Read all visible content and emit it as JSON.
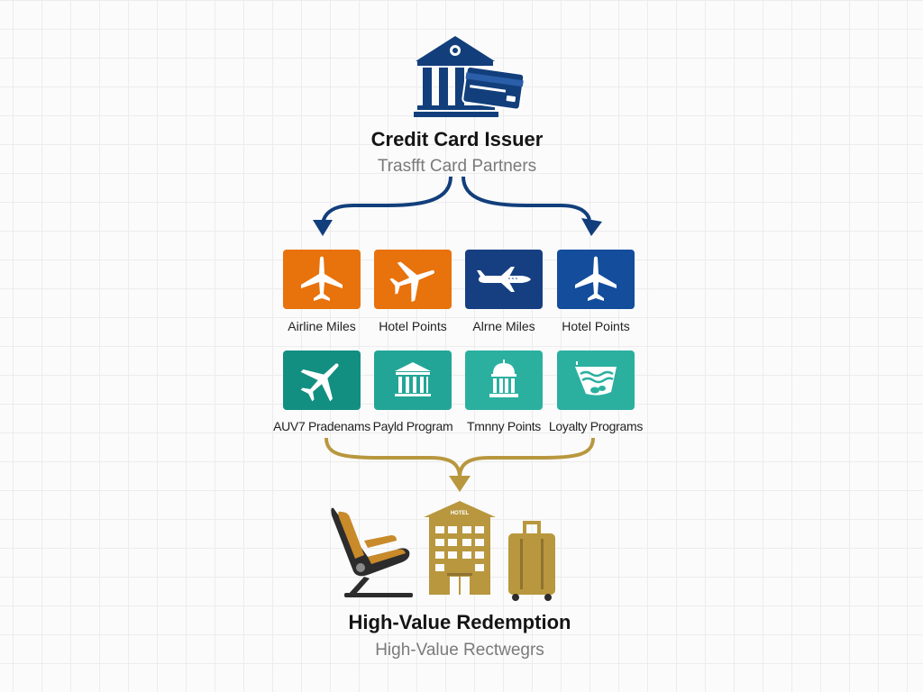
{
  "issuer": {
    "title": "Credit Card Issuer",
    "subtitle": "Trasfft Card Partners",
    "icon": "bank-with-credit-card-icon"
  },
  "partners": [
    {
      "label": "Airline Miles",
      "color": "#e8720c",
      "icon": "airplane-icon"
    },
    {
      "label": "Hotel Points",
      "color": "#e8720c",
      "icon": "airplane-icon"
    },
    {
      "label": "Alrne Miles",
      "color": "#163f82",
      "icon": "airplane-icon"
    },
    {
      "label": "Hotel Points",
      "color": "#134d9c",
      "icon": "airplane-icon"
    },
    {
      "label": "AUV7 Pradenams",
      "color": "#138f82",
      "icon": "airplane-icon"
    },
    {
      "label": "Payld Program",
      "color": "#22a596",
      "icon": "building-columns-icon"
    },
    {
      "label": "Tmnny Points",
      "color": "#2bb0a0",
      "icon": "domed-building-icon"
    },
    {
      "label": "Loyalty Programs",
      "color": "#2bb0a0",
      "icon": "pool-icon"
    }
  ],
  "hotel_icon_text": "HOTEL",
  "redemption": {
    "title": "High-Value Redemption",
    "subtitle": "High-Value Rectwegrs",
    "icons": [
      "airplane-seat-icon",
      "hotel-building-icon",
      "suitcase-icon"
    ]
  },
  "colors": {
    "navy": "#123f7c",
    "gold": "#b8973e",
    "orange": "#e8720c",
    "teal": "#22a596"
  }
}
